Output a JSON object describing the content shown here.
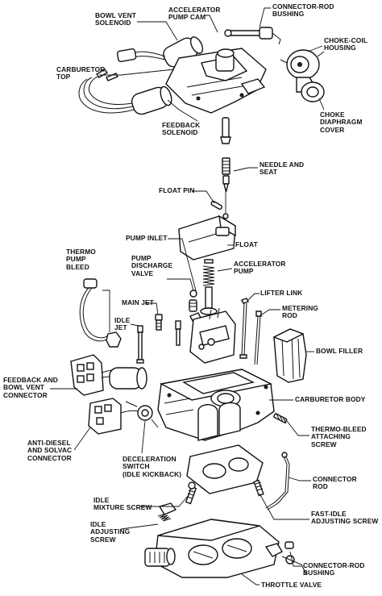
{
  "diagram": {
    "labels": {
      "bowl_vent_solenoid": "BOWL VENT\nSOLENOID",
      "accelerator_pump_cam": "ACCELERATOR\nPUMP CAM",
      "connector_rod_bushing_top": "CONNECTOR-ROD\nBUSHING",
      "choke_coil_housing": "CHOKE-COIL\nHOUSING",
      "carburetor_top": "CARBURETOR\nTOP",
      "choke_diaphragm_cover": "CHOKE\nDIAPHRAGM\nCOVER",
      "feedback_solenoid": "FEEDBACK\nSOLENOID",
      "needle_and_seat": "NEEDLE AND\nSEAT",
      "float_pin": "FLOAT PIN",
      "pump_inlet": "PUMP INLET",
      "float": "FLOAT",
      "thermo_pump_bleed": "THERMO\nPUMP\nBLEED",
      "pump_discharge_valve": "PUMP\nDISCHARGE\nVALVE",
      "accelerator_pump": "ACCELERATOR\nPUMP",
      "lifter_link": "LIFTER LINK",
      "main_jet": "MAIN JET",
      "idle_jet": "IDLE\nJET",
      "metering_rod": "METERING\nROD",
      "bowl_filler": "BOWL FILLER",
      "feedback_bowl_vent_connector": "FEEDBACK AND\nBOWL VENT\nCONNECTOR",
      "carburetor_body": "CARBURETOR BODY",
      "thermo_bleed_attaching_screw": "THERMO-BLEED\nATTACHING\nSCREW",
      "anti_diesel_solvac_connector": "ANTI-DIESEL\nAND SOLVAC\nCONNECTOR",
      "deceleration_switch": "DECELERATION\nSWITCH\n(IDLE KICKBACK)",
      "connector_rod": "CONNECTOR\nROD",
      "idle_mixture_screw": "IDLE\nMIXTURE SCREW",
      "fast_idle_adjusting_screw": "FAST-IDLE\nADJUSTING SCREW",
      "idle_adjusting_screw": "IDLE\nADJUSTING\nSCREW",
      "connector_rod_bushing_bottom": "CONNECTOR-ROD\nBUSHING",
      "throttle_valve": "THROTTLE VALVE"
    }
  }
}
